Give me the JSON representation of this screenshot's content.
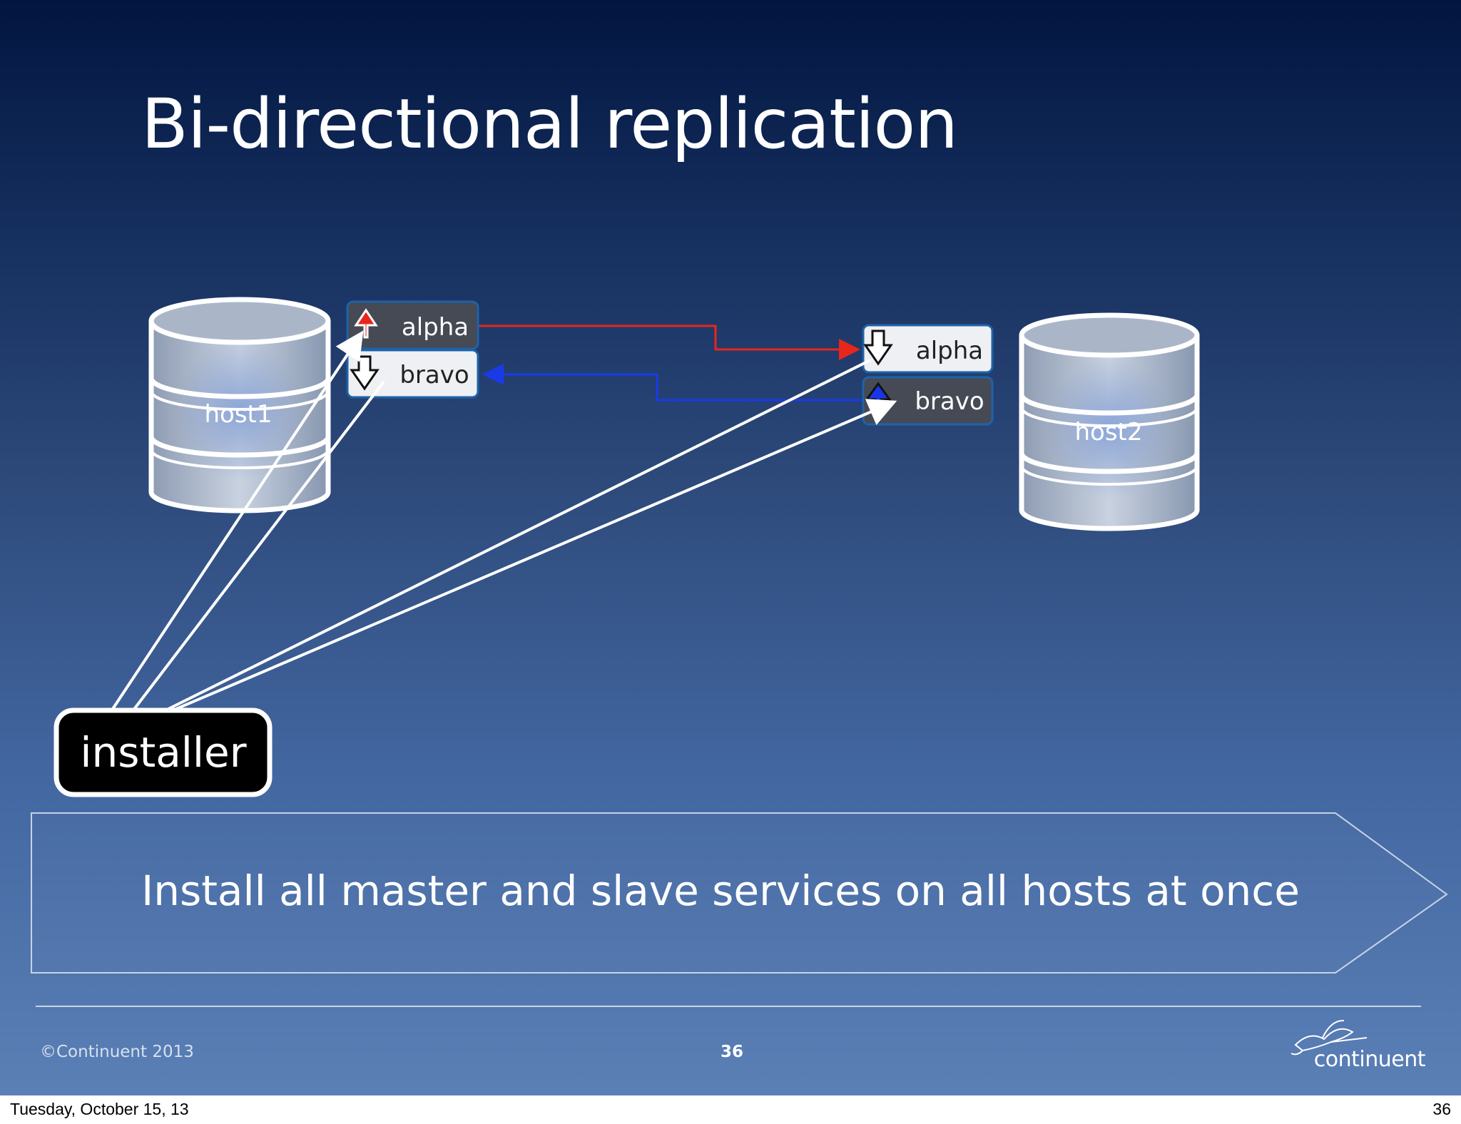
{
  "slide": {
    "title": "Bi-directional replication",
    "banner": "Install all master and slave services on all hosts at once",
    "copyright": "©Continuent 2013",
    "page_number": "36",
    "logo_text": "continuent"
  },
  "diagram": {
    "hosts": [
      {
        "label": "host1"
      },
      {
        "label": "host2"
      }
    ],
    "services": {
      "host1": [
        {
          "label": "alpha",
          "role": "master",
          "arrow": "up",
          "arrow_color": "#e8261b"
        },
        {
          "label": "bravo",
          "role": "slave",
          "arrow": "down",
          "arrow_color": "#ffffff"
        }
      ],
      "host2": [
        {
          "label": "alpha",
          "role": "slave",
          "arrow": "down",
          "arrow_color": "#ffffff"
        },
        {
          "label": "bravo",
          "role": "master",
          "arrow": "up",
          "arrow_color": "#1936e6"
        }
      ]
    },
    "replication_links": [
      {
        "from": "host1.alpha",
        "to": "host2.alpha",
        "color": "#e8261b"
      },
      {
        "from": "host2.bravo",
        "to": "host1.bravo",
        "color": "#1a3ae8"
      }
    ],
    "installer": {
      "label": "installer"
    }
  },
  "print_footer": {
    "date": "Tuesday, October 15, 13",
    "page": "36"
  }
}
